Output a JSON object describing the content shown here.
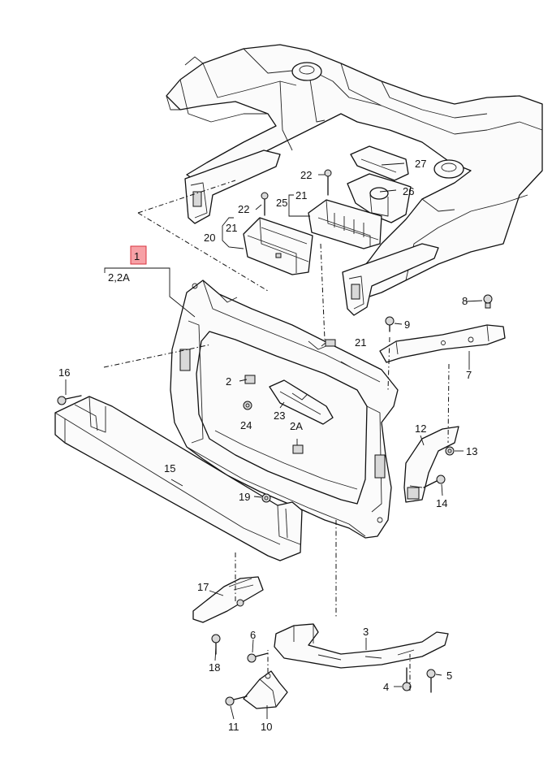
{
  "callouts": {
    "c1": "1",
    "c2_2a": "2,2A",
    "c2": "2",
    "c2a": "2A",
    "c3": "3",
    "c4": "4",
    "c5": "5",
    "c6": "6",
    "c7": "7",
    "c8": "8",
    "c9": "9",
    "c10": "10",
    "c11": "11",
    "c12": "12",
    "c13": "13",
    "c14": "14",
    "c15": "15",
    "c16": "16",
    "c17": "17",
    "c18": "18",
    "c19": "19",
    "c20": "20",
    "c21a": "21",
    "c21b": "21",
    "c21c": "21",
    "c22a": "22",
    "c22b": "22",
    "c23": "23",
    "c24": "24",
    "c25": "25",
    "c26": "26",
    "c27": "27"
  },
  "highlight_color": "#f7a1a6"
}
